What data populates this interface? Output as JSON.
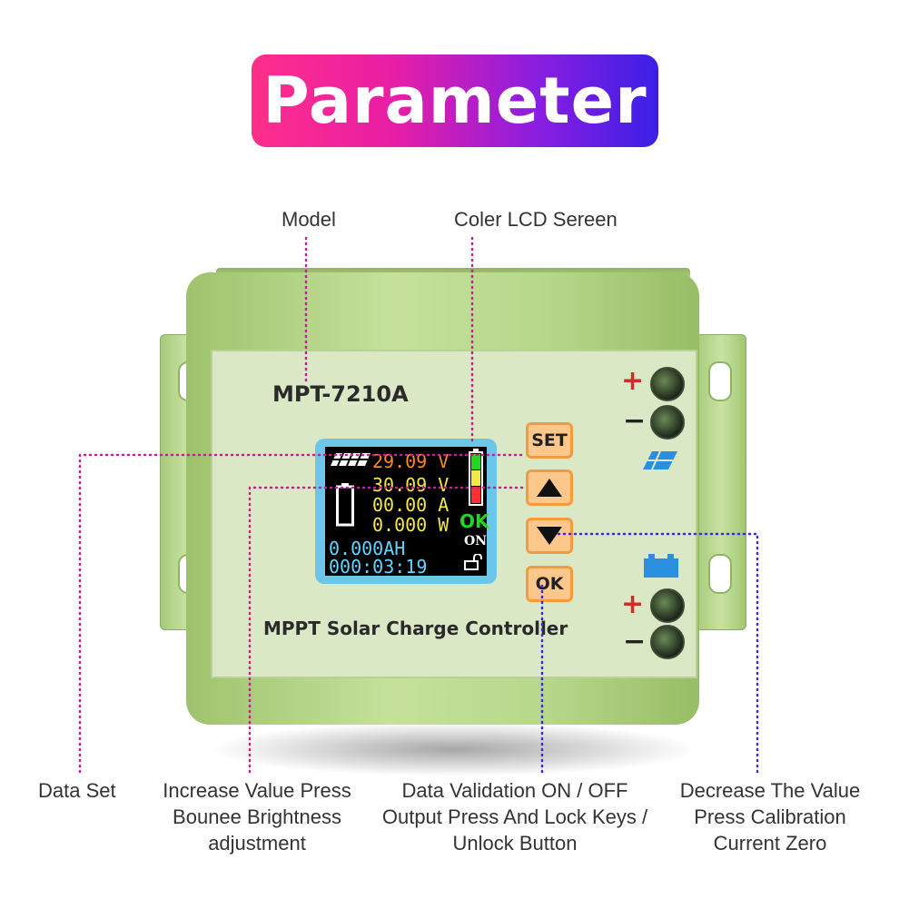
{
  "banner": {
    "title": "Parameter"
  },
  "callouts": {
    "model": "Model",
    "lcd": "Coler LCD Sereen",
    "data_set": "Data Set",
    "increase": [
      "Increase Value Press",
      "Bounee Brightness",
      "adjustment"
    ],
    "validation": [
      "Data Validation ON / OFF",
      "Output Press And Lock Keys /",
      "Unlock Button"
    ],
    "decrease": [
      "Decrease The Value",
      "Press Calibration",
      "Current Zero"
    ]
  },
  "device": {
    "model": "MPT-7210A",
    "name": "MPPT Solar Charge Controller",
    "buttons": {
      "set": "SET",
      "ok": "OK"
    },
    "terminals": {
      "plus": "+",
      "minus": "−"
    }
  },
  "lcd": {
    "solar_voltage": "29.09 V",
    "battery_voltage": "30.09 V",
    "current": "00.00 A",
    "power": "0.000 W",
    "amp_hours": "0.000AH",
    "time": "000:03:19",
    "status_ok": "OK",
    "status_on": "ON"
  },
  "colors": {
    "banner_start": "#ff2e8a",
    "banner_end": "#3b1fe6",
    "pink_line": "#c0238f",
    "blue_line": "#3b2bd0",
    "lcd_orange": "#ff8a1f",
    "lcd_yellow": "#f2e84a",
    "lcd_cyan": "#61d4ff",
    "lcd_green": "#22d622",
    "button_fill": "#ffc88a"
  }
}
